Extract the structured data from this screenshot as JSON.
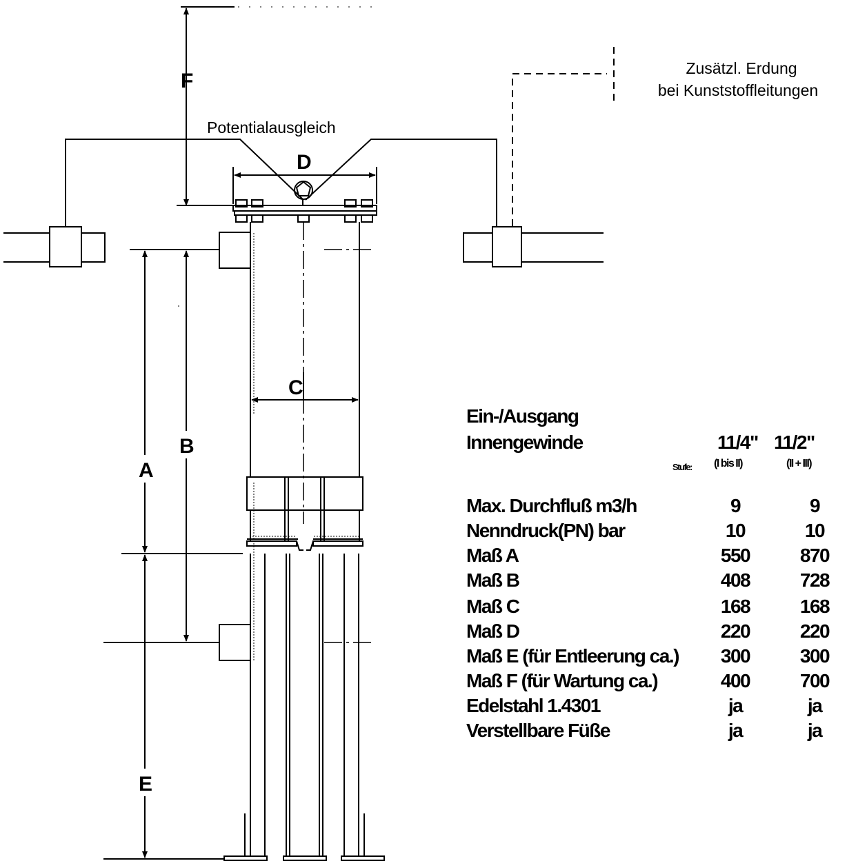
{
  "dimensions": {
    "A": "A",
    "B": "B",
    "C": "C",
    "D": "D",
    "E": "E",
    "F": "F"
  },
  "notes": {
    "potential_equalization": "Potentialausgleich",
    "extra_grounding_line1": "Zusätzl. Erdung",
    "extra_grounding_line2": "bei Kunststoffleitungen"
  },
  "spec_table": {
    "header_line1": "Ein-/Ausgang",
    "header_line2": "Innengewinde",
    "thread_1": "11/4\"",
    "thread_2": "11/2\"",
    "stage_label": "Stufe:",
    "stage_1": "(I bis II)",
    "stage_2": "(II + III)",
    "rows": [
      {
        "label": "Max. Durchfluß m3/h",
        "v1": "9",
        "v2": "9"
      },
      {
        "label": "Nenndruck(PN) bar",
        "v1": "10",
        "v2": "10"
      },
      {
        "label": "Maß A",
        "v1": "550",
        "v2": "870"
      },
      {
        "label": "Maß B",
        "v1": "408",
        "v2": "728"
      },
      {
        "label": "Maß C",
        "v1": "168",
        "v2": "168"
      },
      {
        "label": "Maß D",
        "v1": "220",
        "v2": "220"
      },
      {
        "label": "Maß E (für Entleerung ca.)",
        "v1": "300",
        "v2": "300"
      },
      {
        "label": "Maß F (für Wartung ca.)",
        "v1": "400",
        "v2": "700"
      },
      {
        "label": "Edelstahl 1.4301",
        "v1": "ja",
        "v2": "ja"
      },
      {
        "label": "Verstellbare Füße",
        "v1": "ja",
        "v2": "ja"
      }
    ]
  }
}
